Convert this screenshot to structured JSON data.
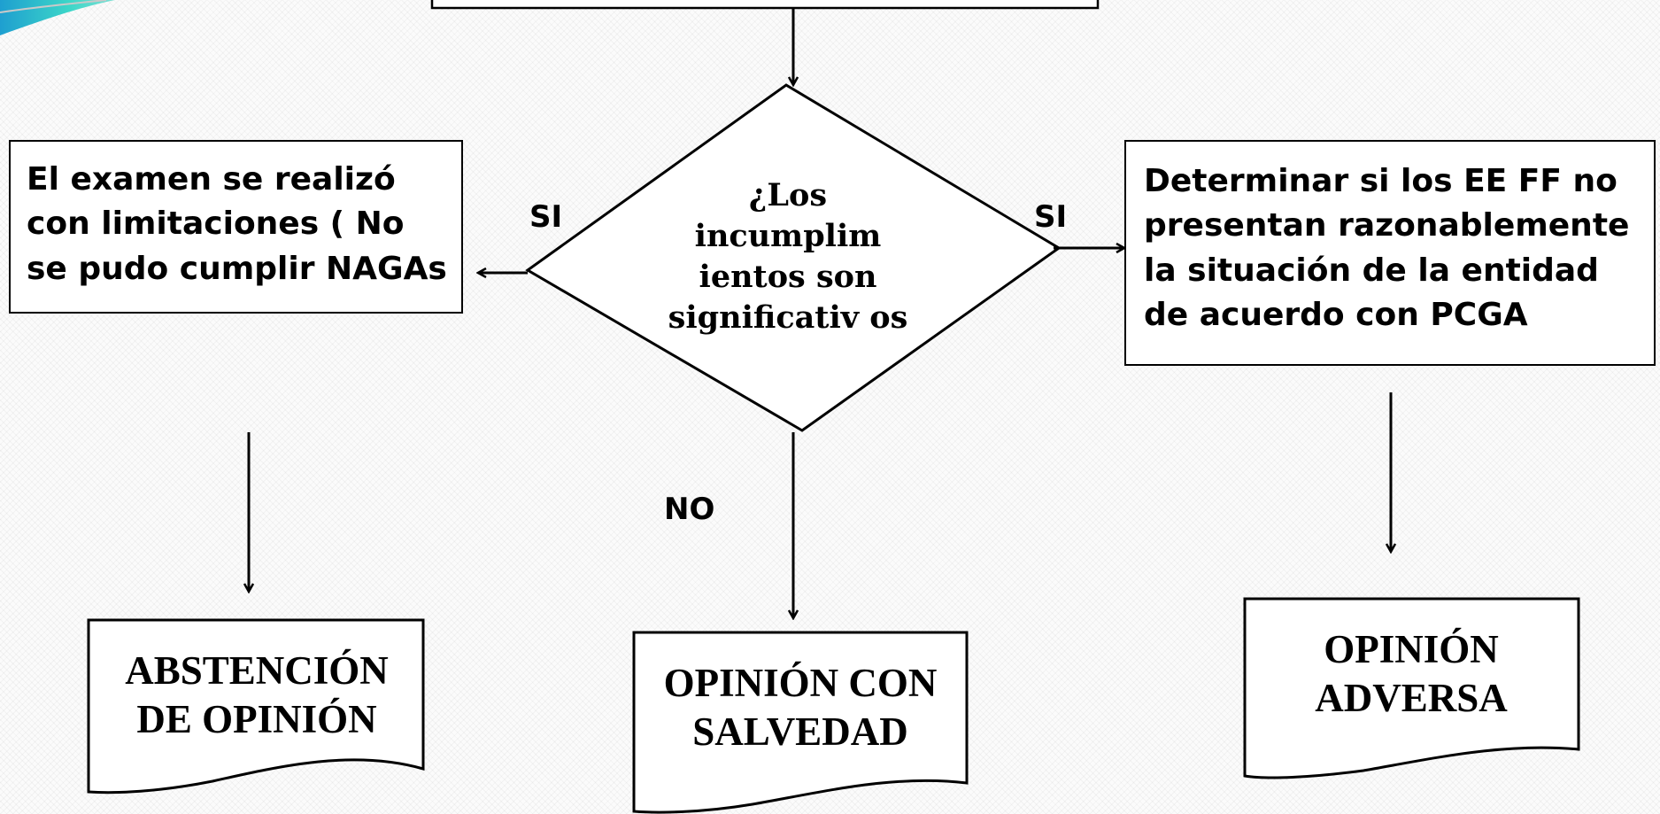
{
  "flowchart": {
    "decision": "¿Los incumplim ientos son significativ os",
    "left_box": "El examen se realizó con limitaciones ( No se pudo cumplir NAGAs",
    "right_box": "Determinar  si los EE FF no presentan  razonablemente la situación de la entidad de acuerdo con PCGA",
    "label_left_si": "SI",
    "label_right_si": "SI",
    "label_no": "NO",
    "doc_left": "ABSTENCIÓN DE OPINIÓN",
    "doc_center": "OPINIÓN CON SALVEDAD",
    "doc_right": "OPINIÓN ADVERSA"
  },
  "colors": {
    "line": "#000000",
    "box_fill": "#ffffff",
    "accent_logo": "#2ab7d6"
  }
}
